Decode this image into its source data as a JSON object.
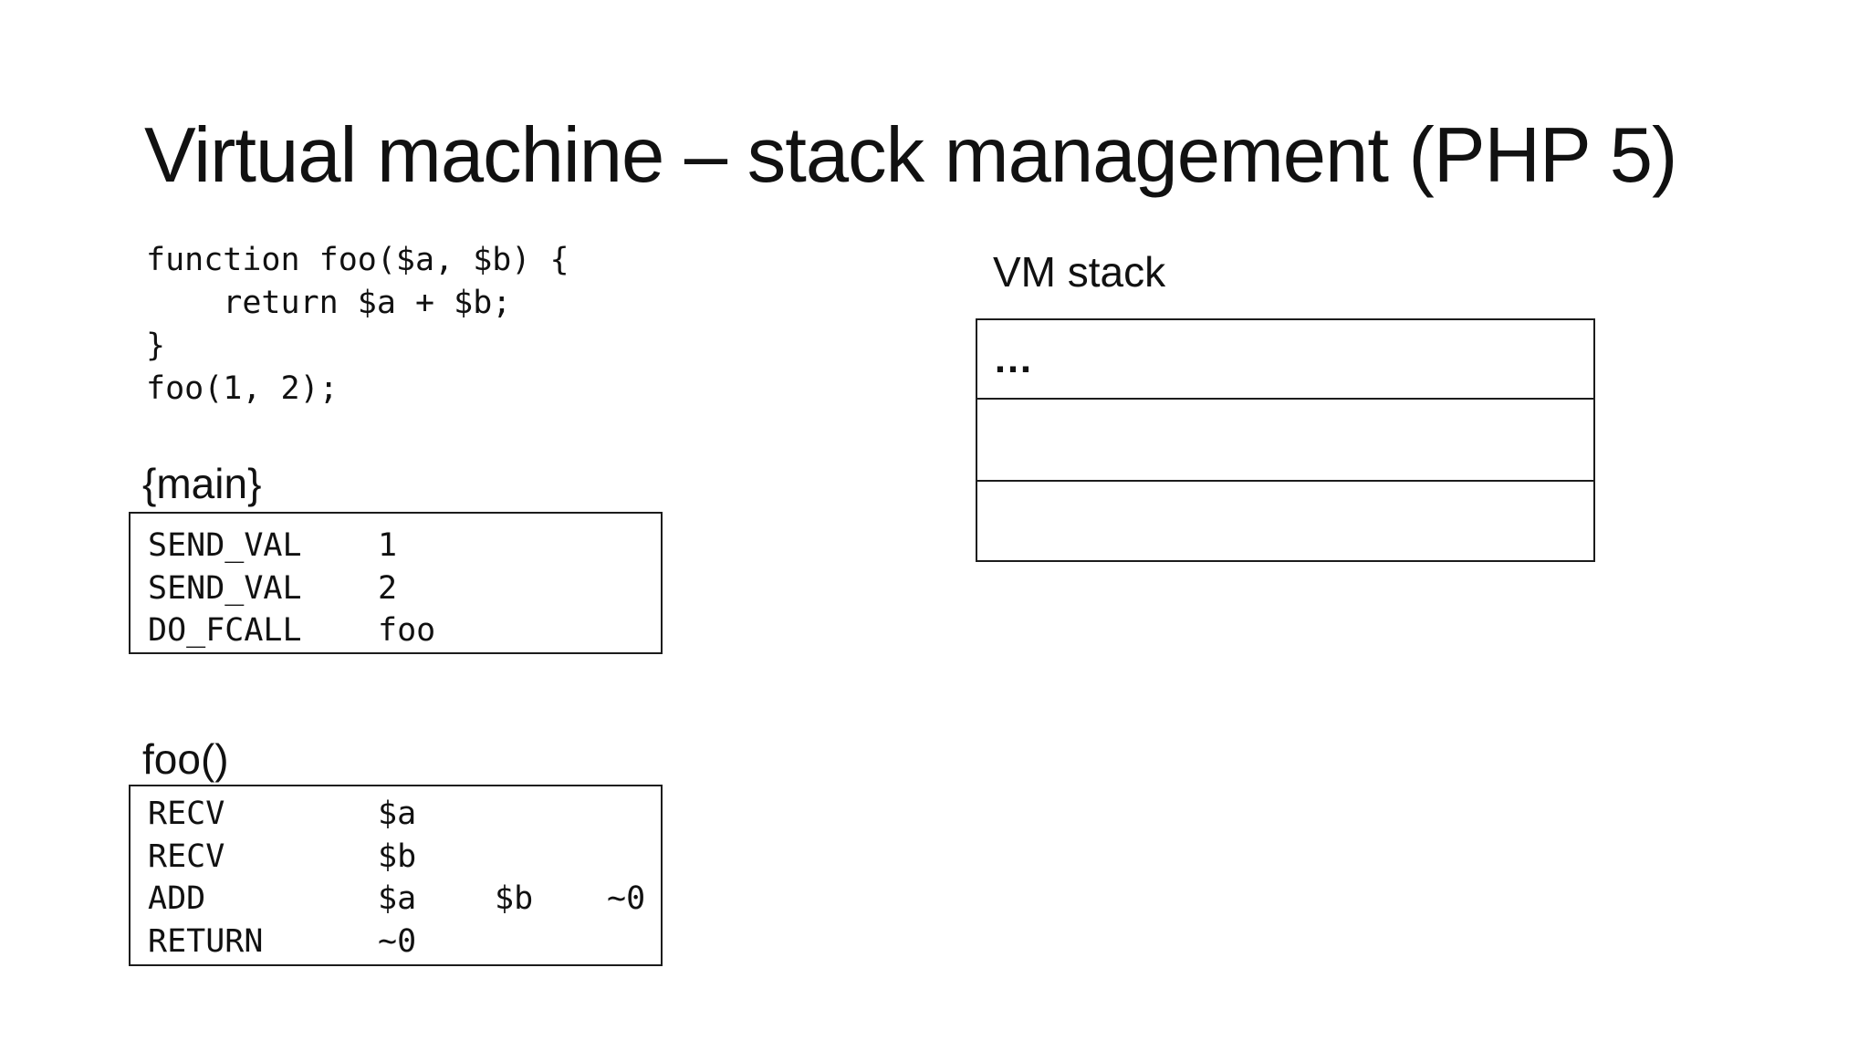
{
  "slide": {
    "title": "Virtual machine – stack management (PHP 5)",
    "code": {
      "lines": [
        "function foo($a, $b) {",
        "    return $a + $b;",
        "}",
        "foo(1, 2);"
      ]
    },
    "main_frame": {
      "label": "{main}",
      "ops": [
        {
          "op": "SEND_VAL",
          "operands": [
            "1"
          ]
        },
        {
          "op": "SEND_VAL",
          "operands": [
            "2"
          ]
        },
        {
          "op": "DO_FCALL",
          "operands": [
            "foo"
          ]
        }
      ]
    },
    "foo_frame": {
      "label": "foo()",
      "ops": [
        {
          "op": "RECV",
          "operands": [
            "$a"
          ]
        },
        {
          "op": "RECV",
          "operands": [
            "$b"
          ]
        },
        {
          "op": "ADD",
          "operands": [
            "$a",
            "$b",
            "~0"
          ]
        },
        {
          "op": "RETURN",
          "operands": [
            "~0"
          ]
        }
      ]
    },
    "vm_stack": {
      "label": "VM stack",
      "rows": [
        "…",
        "",
        ""
      ]
    },
    "colors": {
      "background": "#ffffff",
      "text": "#111111",
      "border": "#1c1c1c"
    }
  }
}
